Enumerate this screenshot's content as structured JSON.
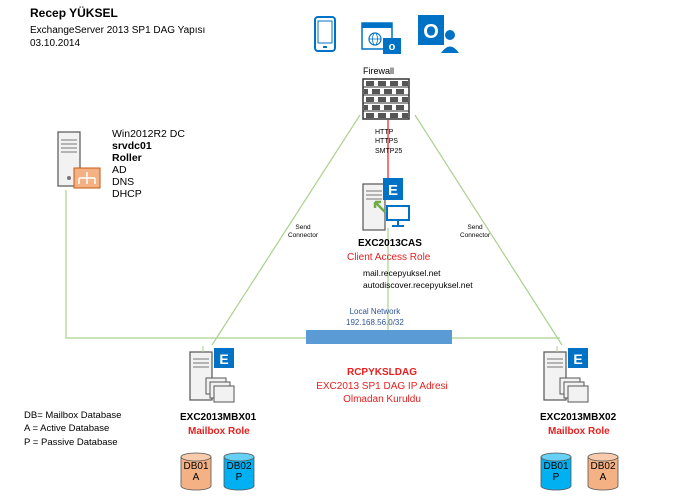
{
  "header": {
    "author": "Recep YÜKSEL",
    "subtitle": "ExchangeServer 2013 SP1 DAG Yapısı",
    "date": "03.10.2014"
  },
  "firewall": {
    "label": "Firewall",
    "protocols": [
      "HTTP",
      "HTTPS",
      "SMTP25"
    ]
  },
  "dc": {
    "lines": [
      "Win2012R2 DC",
      "srvdc01",
      "Roller",
      "AD",
      "DNS",
      "DHCP"
    ]
  },
  "connectors": {
    "left": [
      "Send",
      "Connector"
    ],
    "right": [
      "Send",
      "Connector"
    ]
  },
  "cas": {
    "name": "EXC2013CAS",
    "role": "Client Access Role",
    "urls": [
      "mail.recepyuksel.net",
      "autodiscover.recepyuksel.net"
    ]
  },
  "network": {
    "title": "Local Network",
    "subnet": "192.168.56.0/32"
  },
  "dag": {
    "name": "RCPYKSLDAG",
    "line1": "EXC2013 SP1 DAG IP Adresi",
    "line2": "Olmadan Kuruldu"
  },
  "mbx01": {
    "name": "EXC2013MBX01",
    "role": "Mailbox Role",
    "dbs": [
      {
        "name": "DB01",
        "state": "A",
        "color": "#f4b183"
      },
      {
        "name": "DB02",
        "state": "P",
        "color": "#00b0f0"
      }
    ]
  },
  "mbx02": {
    "name": "EXC2013MBX02",
    "role": "Mailbox Role",
    "dbs": [
      {
        "name": "DB01",
        "state": "P",
        "color": "#00b0f0"
      },
      {
        "name": "DB02",
        "state": "A",
        "color": "#f4b183"
      }
    ]
  },
  "legend": {
    "lines": [
      "DB= Mailbox Database",
      "A = Active Database",
      "P = Passive Database"
    ]
  },
  "colors": {
    "line_green": "#a9d18e",
    "network_bar": "#5b9bd5",
    "exchange_blue": "#0072c6",
    "role_red": "#e81e1e"
  },
  "icons": [
    "phone-icon",
    "web-mail-icon",
    "outlook-icon",
    "firewall-icon",
    "dc-server-icon",
    "cas-server-icon",
    "mbx-server-icon",
    "database-icon"
  ]
}
